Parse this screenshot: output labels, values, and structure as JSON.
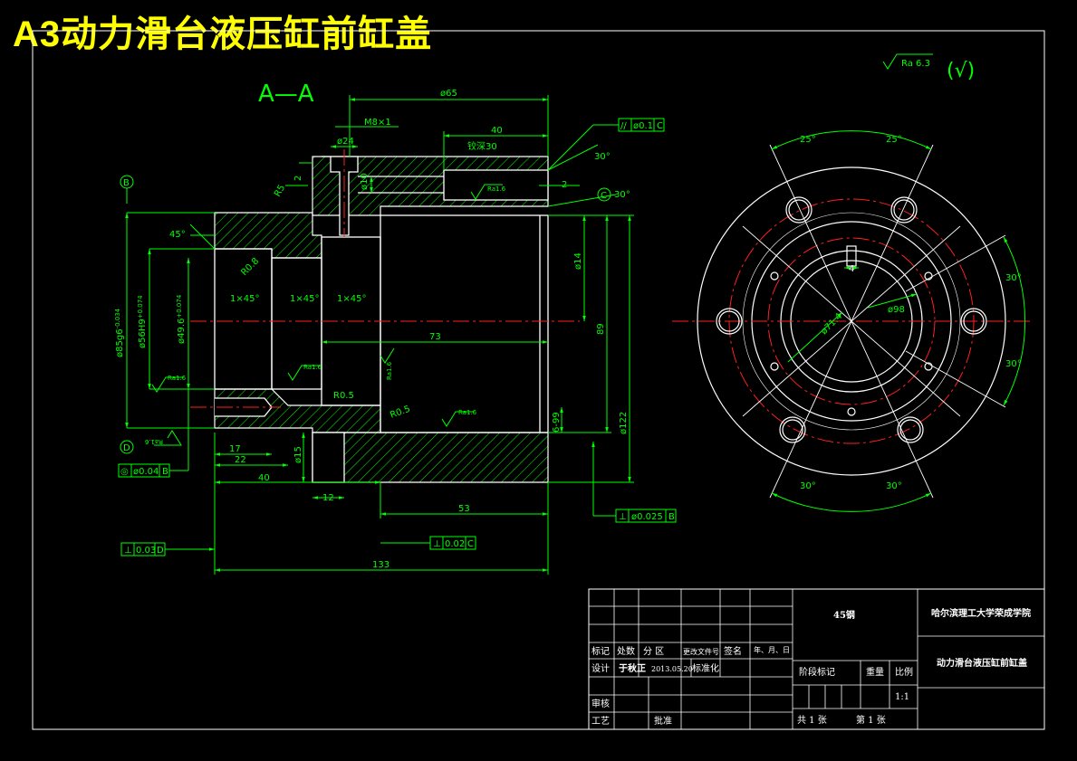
{
  "title": "A3动力滑台液压缸前缸盖",
  "section_label": "A—A",
  "colors": {
    "outline": "#ffffff",
    "dimension": "#00ff00",
    "centerline": "#ff2020",
    "hatch": "#00ff00",
    "title": "#ffff00"
  },
  "roughness": {
    "general": "Ra 6.3",
    "general_paren": "(√)"
  },
  "section_dims": {
    "d65": "ø65",
    "m8": "M8×1",
    "d24": "ø24",
    "d40top": "40",
    "depth30": "铰深30",
    "d10": "ø10",
    "d2a": "2",
    "d2b": "2",
    "r5": "R5",
    "angle30a": "30°",
    "angle30b": "30°",
    "angle45": "45°",
    "d14": "ø14",
    "d89": "89",
    "d122": "ø122",
    "d6_99": "6-99",
    "d73": "73",
    "ch1": "1×45°",
    "ch2": "1×45°",
    "ch3": "1×45°",
    "r08": "R0.8",
    "r05a": "R0.5",
    "r05b": "R0.5",
    "d85": "ø85g6",
    "d85tol": "-0.034",
    "d56": "ø56H9",
    "d56tol": "+0.074",
    "d49": "ø49.6",
    "d49tol": "+0.074",
    "ra16a": "Ra1.6",
    "ra16b": "Ra1.6",
    "ra16c": "Ra1.6",
    "ra16d": "Ra1.6",
    "ra16e": "Ra1.6",
    "ra16f": "Ra1.6",
    "d15": "ø15",
    "d17": "17",
    "d22": "22",
    "d40": "40",
    "d12": "12",
    "d53": "53",
    "d133": "133",
    "datum_b": "B",
    "datum_c": "C",
    "datum_d": "D"
  },
  "tolerances": {
    "parallel": {
      "sym": "//",
      "val": "ø0.1",
      "ref": "C"
    },
    "perp_b": {
      "sym": "⊥",
      "val": "ø0.025",
      "ref": "B"
    },
    "coax": {
      "sym": "◎",
      "val": "ø0.04",
      "ref": "B"
    },
    "perp_d": {
      "sym": "⊥",
      "val": "0.03",
      "ref": "D"
    },
    "perp_c": {
      "sym": "⊥",
      "val": "0.02",
      "ref": "C"
    }
  },
  "end_view": {
    "a25l": "25°",
    "a25r": "25°",
    "a30r1": "30°",
    "a30r2": "30°",
    "a30bl": "30°",
    "a30br": "30°",
    "d4": "4",
    "d98": "ø98",
    "d71": "ø71.4"
  },
  "title_block": {
    "material": "45钢",
    "school": "哈尔滨理工大学荣成学院",
    "part_name": "动力滑台液压缸前缸盖",
    "h_mark": "标记",
    "h_count": "处数",
    "h_zone": "分 区",
    "h_doc": "更改文件号",
    "h_sign": "签名",
    "h_date": "年、月、日",
    "design": "设计",
    "designer": "于秋正",
    "design_date": "2013.05.20",
    "standard": "标准化",
    "stage": "阶段标记",
    "weight": "重量",
    "scale": "比例",
    "scale_val": "1:1",
    "review": "审核",
    "process": "工艺",
    "approve": "批准",
    "sheets_total": "共 1 张",
    "sheet_no": "第 1 张"
  }
}
